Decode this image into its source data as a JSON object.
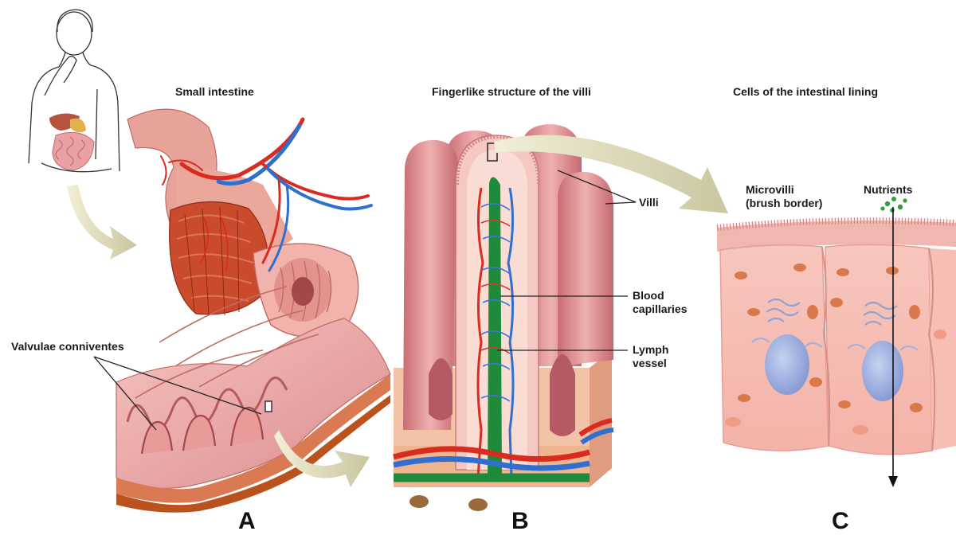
{
  "panels": {
    "a": {
      "title": "Small intestine",
      "letter": "A",
      "callout": "Valvulae conniventes"
    },
    "b": {
      "title": "Fingerlike structure of the villi",
      "letter": "B",
      "callouts": {
        "villi": "Villi",
        "capillaries": "Blood\ncapillaries",
        "lymph": "Lymph\nvessel"
      }
    },
    "c": {
      "title": "Cells of the intestinal lining",
      "letter": "C",
      "callouts": {
        "microvilli": "Microvilli\n(brush border)",
        "nutrients": "Nutrients"
      }
    }
  },
  "colors": {
    "tissue": "#eaa1a3",
    "tissue_dark": "#c56a6f",
    "muscle": "#c23e24",
    "artery": "#d92b1f",
    "vein": "#2f6fd0",
    "lymph": "#1f8a3a",
    "arrow": "#d9d7b0",
    "nucleus": "#8fa3d8"
  }
}
